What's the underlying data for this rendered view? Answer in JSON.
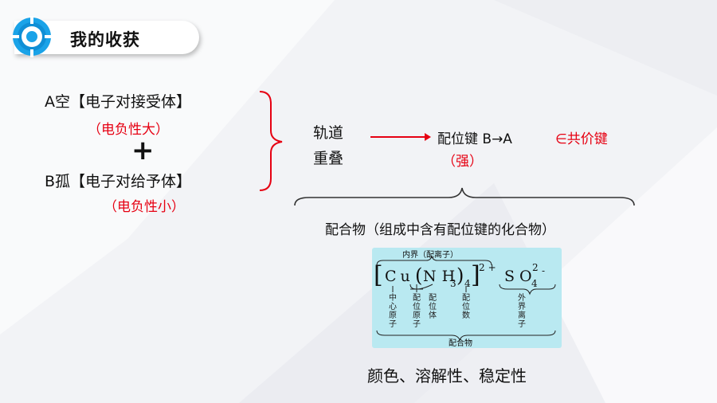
{
  "header": {
    "title": "我的收获"
  },
  "left": {
    "a_line": "A空【电子对接受体】",
    "a_note": "（电负性大）",
    "plus": "+",
    "b_line": "B孤【电子对给予体】",
    "b_note": "（电负性小）"
  },
  "middle": {
    "overlap_line1": "轨道",
    "overlap_line2": "重叠"
  },
  "right": {
    "coord_bond": "配位键 B→A",
    "belongs": "∈共价键",
    "strong": "（强）"
  },
  "complex_definition": "配合物（组成中含有配位键的化合物）",
  "formula": {
    "inner_sphere_label": "内界（配离子）",
    "bracket_left": "[",
    "cu": "Cu",
    "paren_open": "(",
    "nh": "NH",
    "sub3": "3",
    "paren_close": ")",
    "sub4": "4",
    "bracket_right": "]",
    "charge_pos": "2+",
    "so": "SO",
    "sub_so4": "4",
    "charge_neg_num": "2",
    "charge_neg_sign": "-",
    "label_center_atom": "中心原子",
    "label_ligand_atom": "配位原子",
    "label_ligand": "配位体",
    "label_coord_number": "配位数",
    "label_outer_ion": "外界离子",
    "label_complex": "配合物"
  },
  "properties": "颜色、溶解性、稳定性",
  "colors": {
    "red": "#e60012",
    "box_bg": "#b9e9f1",
    "icon_blue": "#1aa3e8"
  }
}
